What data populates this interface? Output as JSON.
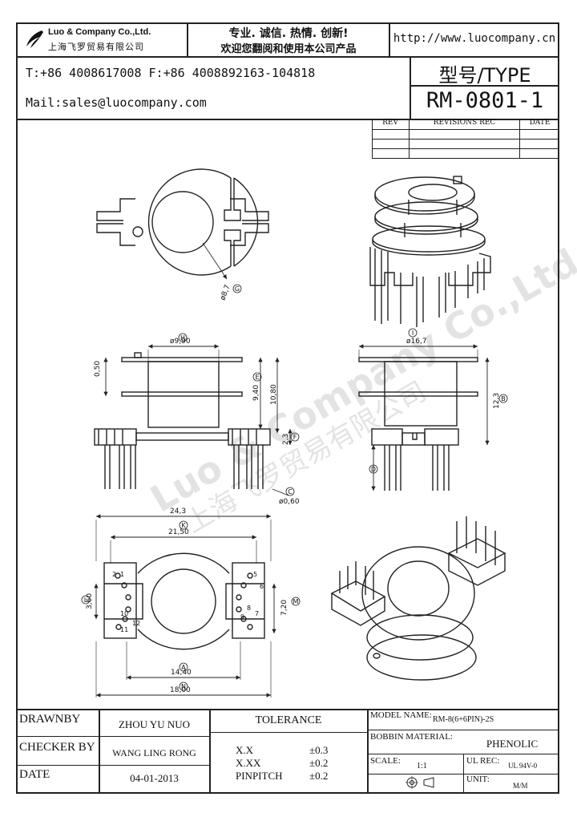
{
  "header": {
    "company_en": "Luo & Company Co.,Ltd.",
    "company_cn": "上海飞罗贸易有限公司",
    "slogan_1": "专业. 诚信. 热情. 创新!",
    "slogan_2": "欢迎您翻阅和使用本公司产品",
    "url": "http://www.luocompany.cn",
    "phone": "T:+86 4008617008 F:+86 4008892163-104818",
    "mail": "Mail:sales@luocompany.com",
    "type_label": "型号/TYPE",
    "model": "RM-0801-1"
  },
  "revisions": {
    "col_rev": "REV",
    "col_rec": "REVISIONS REC",
    "col_date": "DATE"
  },
  "watermark": {
    "en": "Luo & Company Co.,Ltd.",
    "cn": "上海飞罗贸易有限公司"
  },
  "dims": {
    "g_dia": "ø8,7",
    "g_mark": "G",
    "h_dia": "ø9,90",
    "h_mark": "H",
    "i_dia": "ø16,7",
    "i_mark": "I",
    "d050": "0,50",
    "d940": "9,40",
    "d1080": "10,80",
    "d23": "2,3",
    "d123": "12,3",
    "d060": "ø0,60",
    "d243": "24,3",
    "d2150": "21,50",
    "d360": "3,60",
    "d720": "7,20",
    "d1440": "14,40",
    "d1800": "18,00",
    "mark_a": "A",
    "mark_b": "B",
    "mark_c": "C",
    "mark_d": "D",
    "mark_e": "E",
    "mark_f": "F",
    "mark_k": "K",
    "mark_l": "L",
    "mark_m": "M",
    "mark_n": "N",
    "pins": [
      "1",
      "2",
      "5",
      "6",
      "7",
      "8",
      "9",
      "10",
      "11",
      "12"
    ]
  },
  "titleblock": {
    "drawnby_label": "DRAWNBY",
    "drawnby": "ZHOU YU NUO",
    "checker_label": "CHECKER BY",
    "checker": "WANG LING RONG",
    "date_label": "DATE",
    "date": "04-01-2013",
    "tolerance_label": "TOLERANCE",
    "tol_xx_label": "X.X",
    "tol_xx": "±0.3",
    "tol_xxx_label": "X.XX",
    "tol_xxx": "±0.2",
    "tol_pin_label": "PINPITCH",
    "tol_pin": "±0.2",
    "model_name_label": "MODEL NAME:",
    "model_name": "RM-8(6+6PIN)-2S",
    "bobbin_label": "BOBBIN MATERIAL:",
    "bobbin": "PHENOLIC",
    "scale_label": "SCALE:",
    "scale": "1:1",
    "ulrec_label": "UL REC:",
    "ulrec": "UL 94V-0",
    "unit_label": "UNIT:",
    "unit": "M/M"
  }
}
